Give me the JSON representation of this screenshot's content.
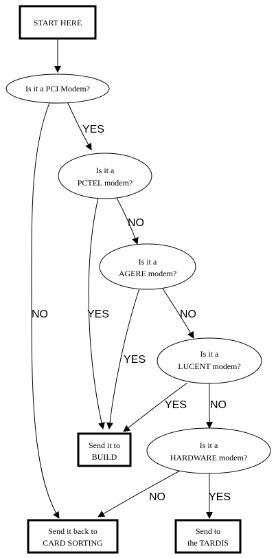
{
  "nodes": {
    "start": [
      "START HERE"
    ],
    "pci": [
      "Is it a PCI Modem?"
    ],
    "pctel": [
      "Is it a",
      "PCTEL modem?"
    ],
    "agere": [
      "Is it a",
      "AGERE modem?"
    ],
    "lucent": [
      "Is it a",
      "LUCENT modem?"
    ],
    "hardware": [
      "Is it a",
      "HARDWARE modem?"
    ],
    "build": [
      "Send it to",
      "BUILD"
    ],
    "card_sorting": [
      "Send it back to",
      "CARD SORTING"
    ],
    "tardis": [
      "Send to",
      "the TARDIS"
    ]
  },
  "edges": {
    "pci_to_pctel": "YES",
    "pci_to_card_sorting": "NO",
    "pctel_to_agere": "NO",
    "pctel_to_build": "YES",
    "agere_to_lucent": "NO",
    "agere_to_build": "YES",
    "lucent_to_build": "YES",
    "lucent_to_hardware": "NO",
    "hardware_to_card_sorting": "NO",
    "hardware_to_tardis": "YES"
  }
}
